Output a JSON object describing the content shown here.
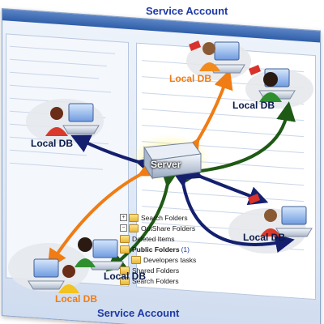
{
  "labels": {
    "service_account_top": "Service Account",
    "service_account_bottom": "Service Account",
    "server": "Server",
    "local_db": "Local DB"
  },
  "folder_tree": [
    {
      "label": "Search Folders",
      "expander": "+",
      "bold": false
    },
    {
      "label": "OutShare Folders",
      "expander": "−",
      "bold": false
    },
    {
      "label": "Deleted Items",
      "expander": "",
      "bold": false
    },
    {
      "label": "Public Folders",
      "count": "(1)",
      "expander": "",
      "bold": true
    },
    {
      "label": "Developers tasks",
      "expander": "",
      "bold": false
    },
    {
      "label": "Shared Folders",
      "expander": "",
      "bold": false
    },
    {
      "label": "Search Folders",
      "expander": "",
      "bold": false
    }
  ],
  "colors": {
    "arrow_orange": "#f07c13",
    "arrow_green": "#1e5a14",
    "arrow_navy": "#14206e",
    "service_text": "#1f3aa6",
    "db_text": "#0a1a4a"
  },
  "icons": [
    "user-icon",
    "computer-icon",
    "server-icon",
    "folder-icon"
  ]
}
